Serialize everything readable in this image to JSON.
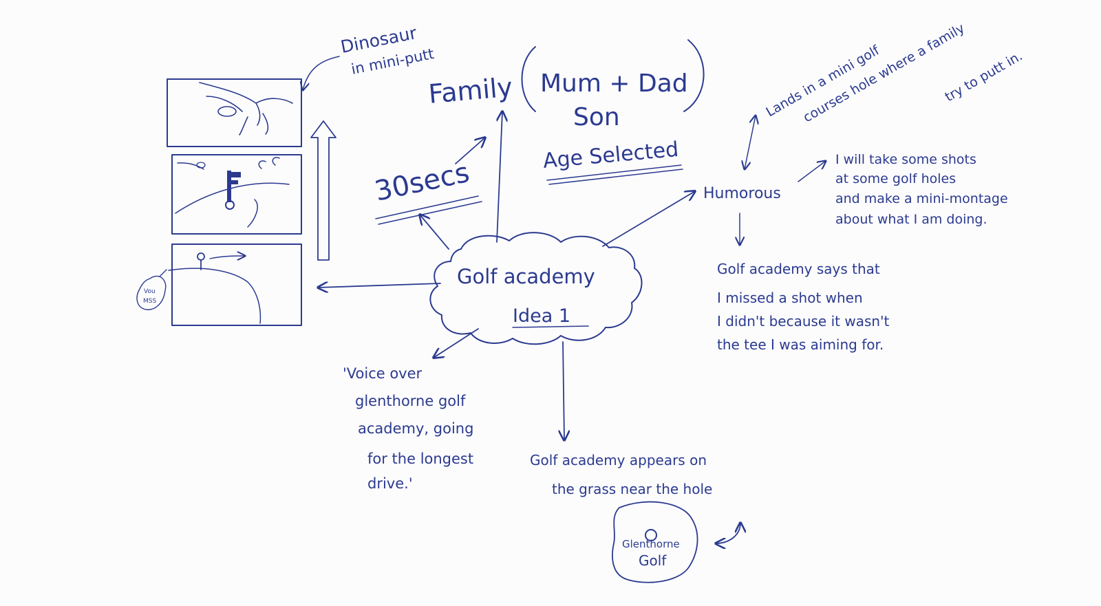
{
  "central": {
    "title": "Golf academy",
    "subtitle": "Idea 1"
  },
  "storyboard": {
    "annotation_line1": "Dinosaur",
    "annotation_line2": "in mini-putt",
    "bubble_line1": "Vou",
    "bubble_line2": "MSS"
  },
  "audience": {
    "family": "Family",
    "parents": "Mum + Dad",
    "son": "Son",
    "age": "Age Selected"
  },
  "duration": {
    "label": "30secs"
  },
  "humorous": {
    "label": "Humorous",
    "lands": [
      "Lands in a mini golf",
      "courses hole where a family",
      "try to putt in."
    ],
    "shots": [
      "I will take some shots",
      "at some golf holes",
      "and make a mini-montage",
      "about what I am doing."
    ],
    "missed": [
      "Golf academy says that",
      "I missed a shot when",
      "I didn't because it wasn't",
      "the tee I was aiming for."
    ]
  },
  "voiceover": {
    "lines": [
      "'Voice over",
      "glenthorne golf",
      "academy, going",
      "for the longest",
      "drive.'"
    ]
  },
  "appears": {
    "lines": [
      "Golf academy appears on",
      "the grass near the hole"
    ],
    "logo_line1": "Glenthorne",
    "logo_line2": "Golf"
  },
  "colors": {
    "ink": "#2b3a8f",
    "paper": "#fcfcfd"
  }
}
